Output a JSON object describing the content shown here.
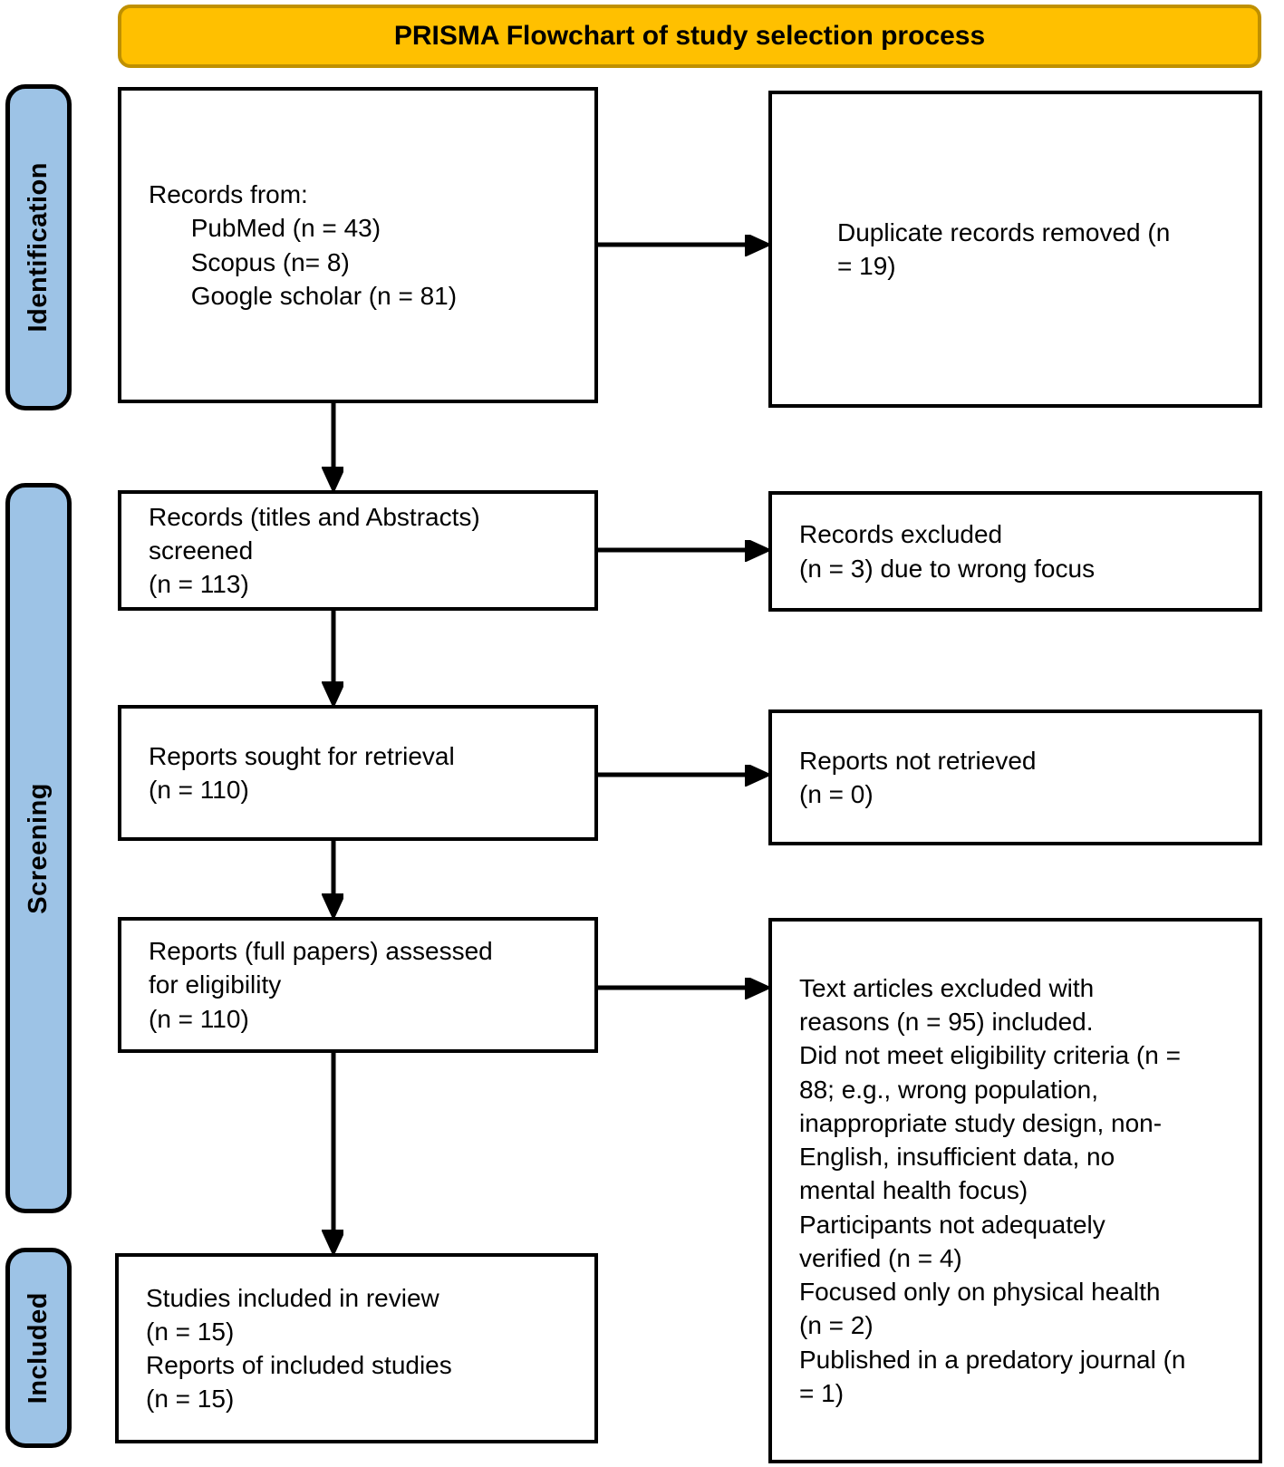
{
  "title": "PRISMA Flowchart of study selection process",
  "stages": {
    "identification": "Identification",
    "screening": "Screening",
    "included": "Included"
  },
  "boxes": {
    "records_from": "Records from:\n      PubMed (n = 43)\n      Scopus (n= 8)\n      Google scholar (n = 81)",
    "duplicates_removed": "Duplicate records removed (n\n= 19)",
    "records_screened": "Records (titles and Abstracts)\nscreened\n(n = 113)",
    "records_excluded": "Records excluded\n(n = 3) due to wrong focus",
    "reports_sought": "Reports sought for retrieval\n(n = 110)",
    "reports_not_retrieved": "Reports not retrieved\n(n = 0)",
    "reports_assessed": "Reports (full papers) assessed\nfor eligibility\n(n = 110)",
    "reports_excluded_reasons": "Text articles excluded with\nreasons (n = 95) included.\nDid not meet eligibility criteria (n =\n88; e.g., wrong population,\ninappropriate study design, non-\nEnglish, insufficient data, no\nmental health focus)\nParticipants not adequately\nverified (n = 4)\nFocused only on physical health\n(n = 2)\nPublished in a predatory journal (n\n= 1)",
    "studies_included": "Studies included in review\n(n = 15)\nReports of included studies\n(n = 15)"
  },
  "colors": {
    "banner_fill": "#FFC000",
    "banner_border": "#BF9000",
    "stage_fill": "#9DC3E6",
    "box_border": "#000000"
  }
}
